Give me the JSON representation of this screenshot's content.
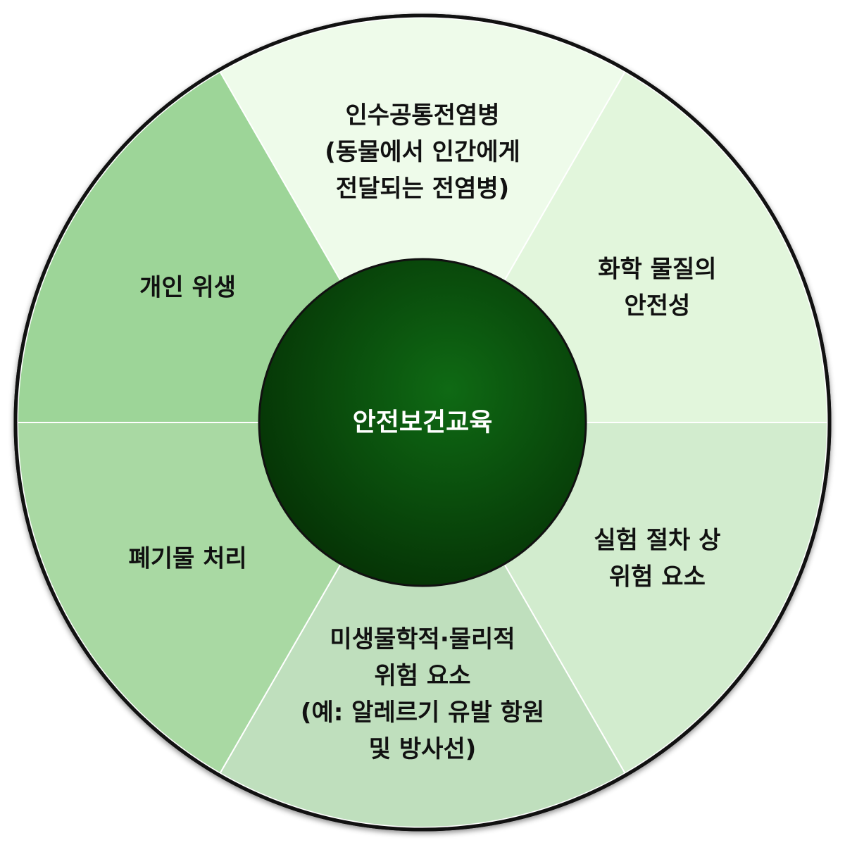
{
  "diagram": {
    "center": {
      "label": "안전보건교육",
      "color": "#0b4a0b"
    },
    "segments": [
      {
        "id": "zoonotic",
        "lines": [
          "인수공통전염병",
          "(동물에서 인간에게",
          "전달되는 전염병)"
        ],
        "color": "#eefbea"
      },
      {
        "id": "chemical",
        "lines": [
          "화학 물질의",
          "안전성"
        ],
        "color": "#e2f6dc"
      },
      {
        "id": "procedure",
        "lines": [
          "실험 절차 상",
          "위험 요소"
        ],
        "color": "#d2ecce"
      },
      {
        "id": "biophysical",
        "lines": [
          "미생물학적·물리적",
          "위험 요소",
          "(예: 알레르기 유발 항원",
          "및 방사선)"
        ],
        "color": "#bfdfbd"
      },
      {
        "id": "waste",
        "lines": [
          "폐기물 처리"
        ],
        "color": "#a9d9a3"
      },
      {
        "id": "hygiene",
        "lines": [
          "개인 위생"
        ],
        "color": "#9dd598"
      }
    ],
    "divider_color": "#ffffff",
    "outline_color": "#111111"
  }
}
